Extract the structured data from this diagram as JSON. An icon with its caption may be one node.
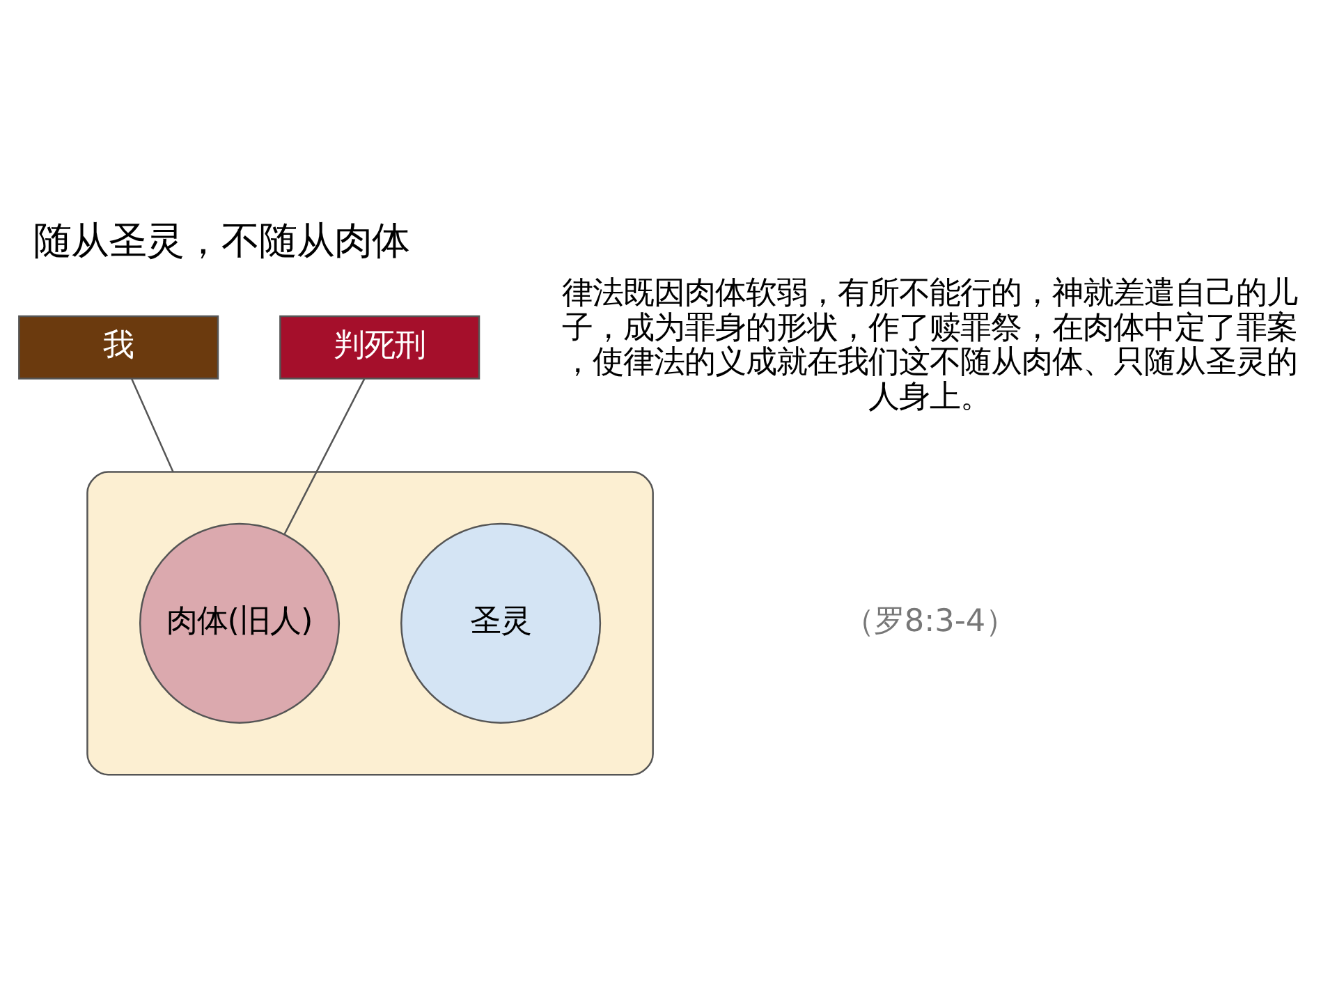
{
  "diagram": {
    "title": "随从圣灵，不随从肉体",
    "nodes": [
      {
        "text": [],
        "shape": "ellipse"
      },
      {
        "text": [
          "肉体(旧人)"
        ],
        "in": 0
      },
      {
        "text": [
          "圣灵"
        ],
        "in": 0
      },
      {
        "text": [
          "我"
        ]
      },
      {
        "text": [
          "判死刑"
        ]
      }
    ],
    "edges": [
      {
        "from": 3,
        "to": 0,
        "arrow": "none"
      },
      {
        "from": 4,
        "to": 1,
        "arrow": "none"
      }
    ],
    "labels": [
      "律法既因肉体软弱，有所不能行的，神就差遣自己的儿子，成为罪身的形状，作了赎罪祭，在肉体中定了罪案，使律法的义成就在我们这不随从肉体、只随从圣灵的人身上。",
      "（罗8:3-4）"
    ]
  }
}
